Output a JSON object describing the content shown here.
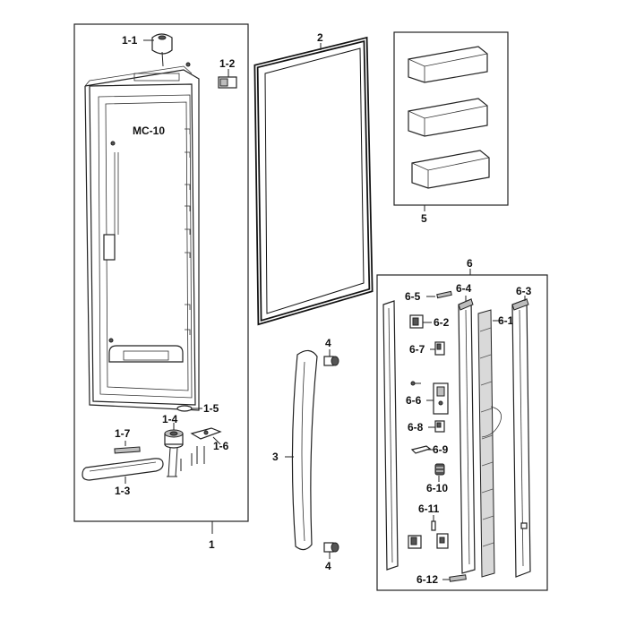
{
  "labels": {
    "p1": "1",
    "p1_1": "1-1",
    "p1_2": "1-2",
    "p1_3": "1-3",
    "p1_4": "1-4",
    "p1_5": "1-5",
    "p1_6": "1-6",
    "p1_7": "1-7",
    "p2": "2",
    "p3": "3",
    "p4a": "4",
    "p4b": "4",
    "p5": "5",
    "p6": "6",
    "p6_1": "6-1",
    "p6_2": "6-2",
    "p6_3": "6-3",
    "p6_4": "6-4",
    "p6_5": "6-5",
    "p6_6": "6-6",
    "p6_7": "6-7",
    "p6_8": "6-8",
    "p6_9": "6-9",
    "p6_10": "6-10",
    "p6_11": "6-11",
    "p6_12": "6-12",
    "door_marking": "MC-10"
  }
}
